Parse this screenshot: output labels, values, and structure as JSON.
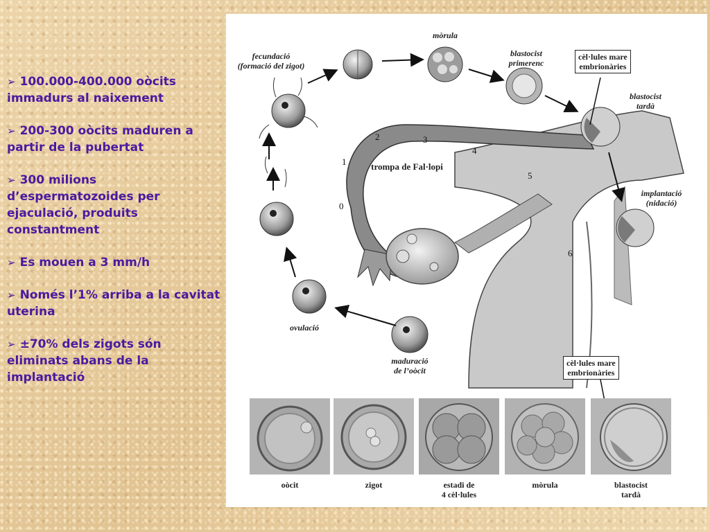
{
  "bullets": [
    "100.000-400.000 oòcits immadurs al naixement",
    "200-300 oòcits maduren a partir de la pubertat",
    "300 milions d’espermatozoides per ejaculació, produits constantment",
    "Es mouen a 3 mm/h",
    "Només l’1% arriba a la cavitat uterina",
    "±70% dels zigots són eliminats abans de la implantació"
  ],
  "diagram": {
    "fecundacio": "fecundació",
    "fecundacio_sub": "(formació del zigot)",
    "morula": "mòrula",
    "blastocist_primerenc_1": "blastocist",
    "blastocist_primerenc_2": "primerenc",
    "cel_mare_1": "cèl·lules mare",
    "cel_mare_2": "embrionàries",
    "blastocist_tarda_1": "blastocist",
    "blastocist_tarda_2": "tardà",
    "implantacio_1": "implantació",
    "implantacio_2": "(nidació)",
    "trompa": "trompa de Fal·lopi",
    "ovulacio": "ovulació",
    "maduracio_1": "maduració",
    "maduracio_2": "de l’oòcit",
    "numbers": [
      "0",
      "1",
      "2",
      "3",
      "4",
      "5",
      "6"
    ],
    "cel_mare_b_1": "cèl·lules mare",
    "cel_mare_b_2": "embrionàries"
  },
  "photos": [
    {
      "caption": "oòcit",
      "caption2": ""
    },
    {
      "caption": "zigot",
      "caption2": ""
    },
    {
      "caption": "estadi de",
      "caption2": "4 cèl·lules"
    },
    {
      "caption": "mòrula",
      "caption2": ""
    },
    {
      "caption": "blastocist",
      "caption2": "tardà"
    }
  ]
}
